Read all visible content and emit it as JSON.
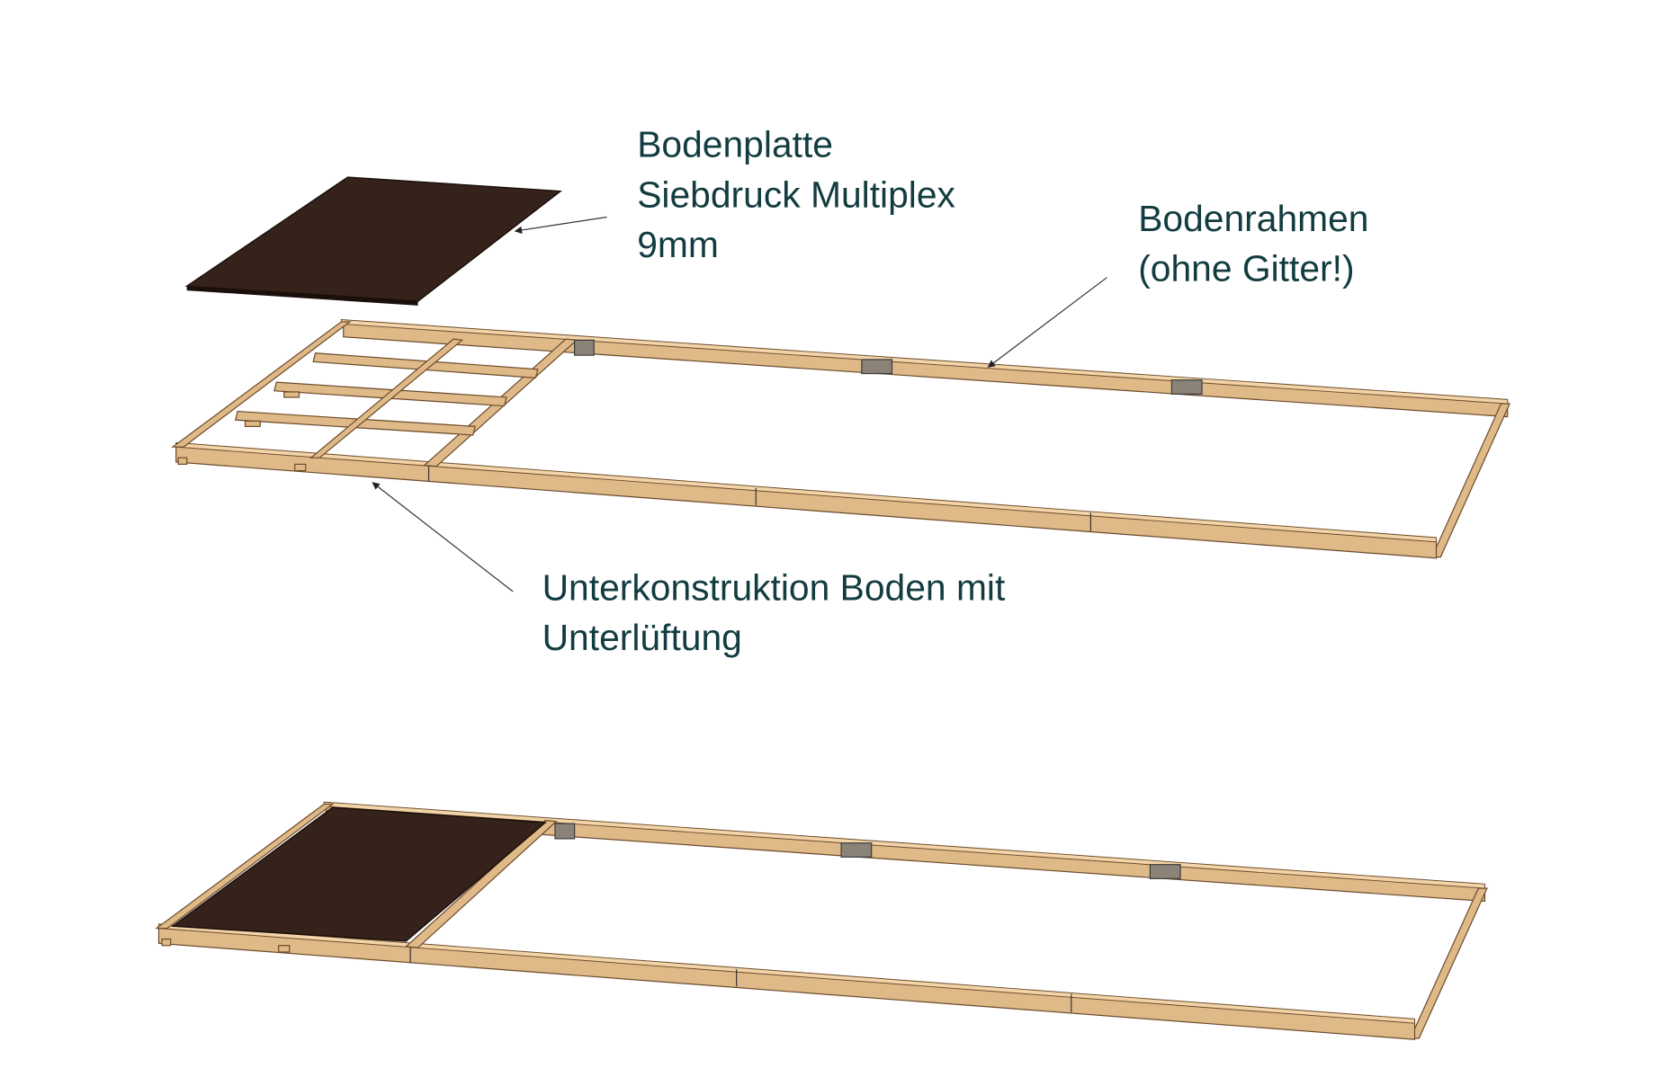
{
  "labels": {
    "bodenplatte": [
      "Bodenplatte",
      "Siebdruck Multiplex",
      "9mm"
    ],
    "bodenrahmen": [
      "Bodenrahmen",
      "(ohne Gitter!)"
    ],
    "unterkonstruktion": [
      "Unterkonstruktion Boden mit",
      "Unterlüftung"
    ]
  },
  "colors": {
    "text": "#123c40",
    "wood": "#e0b988",
    "plate": "#35221a",
    "bracket": "#8b8378"
  }
}
